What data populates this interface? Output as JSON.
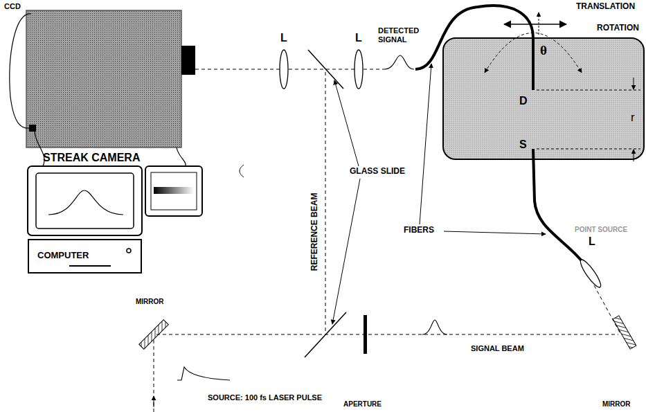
{
  "diagram": {
    "nodes": [
      {
        "text": [
          "STREAK CAMERA"
        ]
      },
      {
        "text": [
          "COMPUTER"
        ]
      },
      {
        "text": [
          "θ",
          "D",
          "S"
        ]
      }
    ],
    "labels": [
      "TRANSLATION",
      "ROTATION",
      "r",
      "POINT SOURCE",
      "CCD",
      "L",
      "L",
      "DETECTED SIGNAL",
      "GLASS SLIDE",
      "FIBERS",
      "REFERENCE BEAM",
      "MIRROR",
      "SIGNAL BEAM",
      "APERTURE",
      "L",
      "MIRROR",
      "SOURCE: 100 fs LASER PULSE"
    ]
  }
}
